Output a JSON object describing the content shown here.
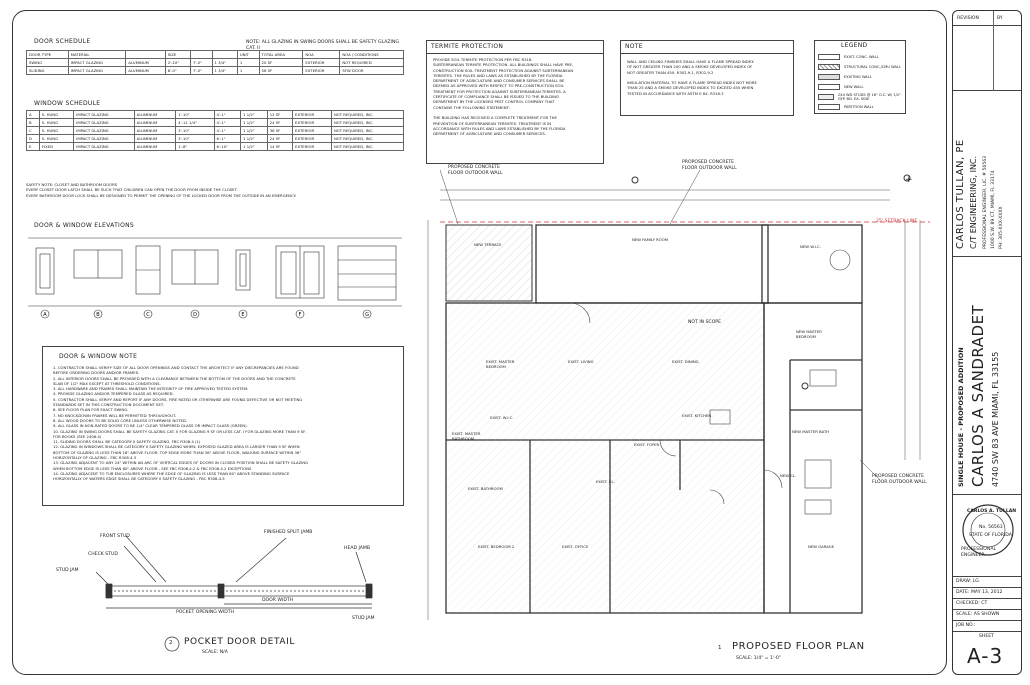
{
  "door_schedule": {
    "title": "DOOR SCHEDULE",
    "note": "NOTE: ALL GLAZING IN SWING DOORS SHALL BE SAFETY GLAZING CAT. II",
    "headers": [
      "DOOR TYPE",
      "MATERIAL",
      "",
      "SIZE",
      "",
      "",
      "UNIT",
      "TOTAL AREA",
      "NOA",
      "NOA / CONDITIONS"
    ],
    "rows": [
      [
        "SWING",
        "IMPACT GLAZING",
        "ALUMINUM",
        "2'-10\"",
        "7'-0\"",
        "1 3/4\"",
        "1",
        "20 SF",
        "EXTERIOR",
        "NOT REQUIRED"
      ],
      [
        "SLIDING",
        "IMPACT GLAZING",
        "ALUMINUM",
        "8'-0\"",
        "7'-0\"",
        "1 3/4\"",
        "1",
        "56 SF",
        "EXTERIOR",
        "SFW DOOR"
      ]
    ]
  },
  "window_schedule": {
    "title": "WINDOW SCHEDULE",
    "rows": [
      [
        "A",
        "S. HUNG",
        "IMPACT GLAZING",
        "ALUMINUM",
        "1'-10\"",
        "4'-1\"",
        "1 1/2\"",
        "12 SF",
        "EXTERIOR",
        "NOT REQUIRED, INC."
      ],
      [
        "B",
        "S. HUNG",
        "IMPACT GLAZING",
        "ALUMINUM",
        "4'-11 1/4\"",
        "4'-1\"",
        "1 1/2\"",
        "24 SF",
        "EXTERIOR",
        "NOT REQUIRED, INC."
      ],
      [
        "C",
        "S. HUNG",
        "IMPACT GLAZING",
        "ALUMINUM",
        "3'-10\"",
        "4'-1\"",
        "1 1/2\"",
        "36 SF",
        "EXTERIOR",
        "NOT REQUIRED, INC."
      ],
      [
        "D",
        "S. HUNG",
        "IMPACT GLAZING",
        "ALUMINUM",
        "3'-10\"",
        "6'-1\"",
        "1 1/2\"",
        "24 SF",
        "EXTERIOR",
        "NOT REQUIRED, INC."
      ],
      [
        "E",
        "FIXED",
        "IMPACT GLAZING",
        "ALUMINUM",
        "1'-8\"",
        "6'-10\"",
        "1 1/2\"",
        "14 SF",
        "EXTERIOR",
        "NOT REQUIRED, INC."
      ]
    ],
    "footnotes": [
      "SAFETY NOTE: CLOSET AND BATHROOM DOORS",
      "EVERY CLOSET DOOR LATCH SHALL BE SUCH THAT CHILDREN CAN OPEN THE DOOR FROM INSIDE THE CLOSET.",
      "EVERY BATHROOM DOOR LOCK SHALL BE DESIGNED TO PERMIT THE OPENING OF THE LOCKED DOOR FROM THE OUTSIDE IN AN EMERGENCY."
    ]
  },
  "elevations": {
    "title": "DOOR & WINDOW ELEVATIONS",
    "labels": [
      "A",
      "B",
      "C",
      "D",
      "E",
      "F",
      "G"
    ]
  },
  "door_notes": {
    "title": "DOOR & WINDOW NOTE",
    "lines": [
      "1. CONTRACTOR SHALL VERIFY SIZE OF ALL DOOR OPENINGS AND CONTACT THE ARCHITECT IF ANY DISCREPANCIES ARE FOUND",
      "   BEFORE ORDERING DOORS AND/OR FRAMES.",
      "2. ALL INTERIOR DOORS SHALL BE PROVIDED WITH A CLEARANCE BETWEEN THE BOTTOM OF THE DOORS AND THE CONCRETE",
      "   SLAB OF 1/2\" MAX EXCEPT AT THRESHOLD CONDITIONS.",
      "3. ALL HARDWARE AND FRAMES SHALL MAINTAIN THE INTEGRITY OF FIRE APPROVED TESTED SYSTEM.",
      "4. PROVIDE GLAZING AND/OR TEMPERED GLASS AS REQUIRED.",
      "5. CONTRACTOR SHALL VERIFY AND REPORT IF ANY DOORS, FIRE RATED OR OTHERWISE ARE FOUND DEFECTIVE OR NOT MEETING",
      "   STANDARDS SET IN THIS CONSTRUCTION DOCUMENT SET.",
      "6. SEE FLOOR PLAN FOR EXACT SWING.",
      "7. NO KNOCKDOWN FRAMES WILL BE PERMITTED THROUGHOUT.",
      "8. ALL WOOD DOORS TO BE SOLID CORE UNLESS OTHERWISE NOTED.",
      "9. ALL GLASS IN NON-RATED DOORS TO BE 1/4\" CLEAR TEMPERED GLASS OR IMPACT GLASS (GREEN).",
      "10. GLAZING IN SWING DOORS SHALL BE SAFETY GLAZING CAT. II FOR GLAZING 9 SF OR LESS CAT. I FOR GLAZING MORE THAN 9 SF.",
      "    FOR BOOKS (SEE 2406.4)",
      "11. SLIDING DOORS SHALL BE CATEGORY II SAFETY GLAZING. FBC R308.4 (1)",
      "12. GLAZING IN WINDOWS SHALL BE CATEGORY II SAFETY GLAZING WHEN: EXPOSED GLAZED AREA IS LARGER THAN 9 SF WHEN",
      "    BOTTOM OF GLAZING IS LESS THAN 18\" ABOVE FLOOR, TOP EDGE MORE THAN 36\" ABOVE FLOOR, WALKING SURFACE WITHIN 36\"",
      "    HORIZONTALLY OF GLAZING - FBC R308.4.3",
      "13. GLAZING ADJACENT TO ANY 24\" WITHIN AN ARC OF VERTICAL EDGES OF DOORS IN CLOSED POSITION SHALL BE SAFETY GLAZING",
      "    WHEN BOTTOM EDGE IS LESS THAN 60\" ABOVE FLOOR - SEE FBC R308.4.2 & FBC R308.4.2 EXCEPTIONS",
      "14. GLAZING ADJACENT TO TUB ENCLOSURES WHERE THE EDGE OF GLAZING IS LESS THAN 60\" ABOVE STANDING SURFACE",
      "    HORIZONTALLY OF WATERS EDGE SHALL BE CATEGORY II SAFETY GLAZING - FBC R308.4.5"
    ]
  },
  "pocket_detail": {
    "number": "2",
    "title": "POCKET DOOR DETAIL",
    "scale": "SCALE: N/A",
    "labels": [
      "FINISHED SPLIT JAMB",
      "FRONT STUD",
      "CHECK STUD",
      "STUD JAM",
      "STUD JAM",
      "DOOR WIDTH",
      "POCKET OPENING WIDTH",
      "HEAD JAMB"
    ]
  },
  "termite": {
    "title": "TERMITE PROTECTION",
    "lines": [
      "PROVIDE SOIL TERMITE PROTECTION PER FBC R318.",
      "SUBTERRANEAN TERMITE PROTECTION. ALL BUILDINGS SHALL HAVE PRE-",
      "CONSTRUCTION SOIL TREATMENT PROTECTION AGAINST SUBTERRANEAN",
      "TERMITES. THE RULES AND LAWS AS ESTABLISHED BY THE FLORIDA",
      "DEPARTMENT OF AGRICULTURE AND CONSUMER SERVICES SHALL BE",
      "DEEMED AS APPROVED WITH RESPECT TO PRE-CONSTRUCTION SOIL",
      "TREATMENT FOR PROTECTION AGAINST SUBTERRANEAN TERMITES. A",
      "CERTIFICATE OF COMPLIANCE SHALL BE ISSUED TO THE BUILDING",
      "DEPARTMENT BY THE LICENSED PEST CONTROL COMPANY THAT",
      "CONTAINS THE FOLLOWING STATEMENT:",
      "",
      "THE BUILDING HAS RECEIVED A COMPLETE TREATMENT FOR THE",
      "PREVENTION OF SUBTERRANEAN TERMITES. TREATMENT IS IN",
      "ACCORDANCE WITH RULES AND LAWS ESTABLISHED BY THE FLORIDA",
      "DEPARTMENT OF AGRICULTURE AND CONSUMER SERVICES."
    ]
  },
  "note_box": {
    "title": "NOTE",
    "lines": [
      "WALL AND CEILING FINISHES SHALL HAVE A FLAME SPREAD INDEX",
      "OF NOT GREATER THAN 200 AND A SMOKE DEVELOPED INDEX OF",
      "NOT GREATER THAN 450. R302.9.1, R302.9.2",
      "",
      "INSULATION MATERIAL TO HAVE A FLAME SPREAD INDEX NOT MORE",
      "THAN 25 AND A SMOKE DEVELOPED INDEX TO EXCEED 450 WHEN",
      "TESTED IN ACCORDANCE WITH ASTM E 84. R316.3"
    ]
  },
  "legend": {
    "title": "LEGEND",
    "items": [
      "EXIST. CONC. WALL",
      "STRUCTURAL CONC./CMU WALL",
      "EXISTING WALL",
      "NEW WALL",
      "2X4 WD STUDS @ 16\" O.C. W/ 1/2\" GYP. BD. EA. SIDE",
      "PARTITION WALL"
    ]
  },
  "plan": {
    "number": "1",
    "title": "PROPOSED FLOOR PLAN",
    "scale": "SCALE: 1/4\" = 1'-0\"",
    "setback": "25' SETBACK LINE",
    "not_in_scope": "NOT IN SCOPE",
    "rooms": [
      "NEW TERRACE",
      "NEW FAMILY ROOM",
      "NEW W.I.C.",
      "EXIST. MASTER BEDROOM",
      "EXIST. LIVING",
      "EXIST. DINING",
      "NEW MASTER BEDROOM",
      "EXIST. MASTER BATHROOM",
      "EXIST. KITCHEN",
      "EXIST. FOYER",
      "NEW MASTER BATH",
      "EXIST. BATHROOM",
      "EXIST. BEDROOM 2",
      "EXIST. OFFICE",
      "NEW GARAGE",
      "EXIST. W.I.C.",
      "EXIST. CL.",
      "NEW CL."
    ],
    "callouts": [
      "PROPOSED CONCRETE FLOOR OUTDOOR WALL",
      "PROPOSED CONCRETE FLOOR OUTDOOR WALL",
      "PROPOSED CONCRETE FLOOR OUTDOOR WALL"
    ]
  },
  "title_block": {
    "revision_label": "REVISION",
    "by_label": "BY",
    "firm_lines": [
      "CARLOS TULLAN, PE",
      "C/T ENGINEERING, INC.",
      "PROFESSIONAL ENGINEER, LIC. # 56563",
      "1000 S.W. 89 CT, MIAMI, FL 33174",
      "PH: 305-XXX-XXXX"
    ],
    "project_type": "SINGLE HOUSE - PROPOSED ADDITION",
    "project_name": "CARLOS A SANDRADET",
    "address": "4740 SW 83 AVE MIAMI, FL 33155",
    "seal_lines": [
      "CARLOS A. TULLAN",
      "No. 56563",
      "STATE OF FLORIDA",
      "PROFESSIONAL ENGINEER"
    ],
    "drawn": "DRAW: LG",
    "date": "DATE: MAY 13, 2012",
    "checked": "CHECKED: CT",
    "scale": "SCALE: AS SHOWN",
    "job": "JOB NO.:",
    "sheet_label": "SHEET",
    "sheet": "A-3"
  }
}
